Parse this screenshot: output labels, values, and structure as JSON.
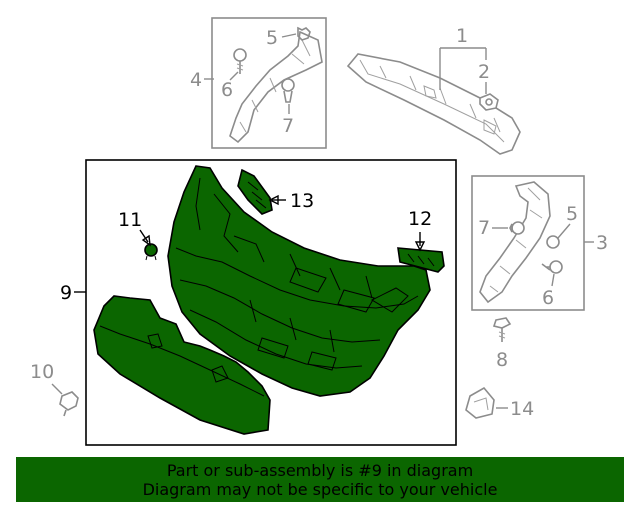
{
  "callouts": {
    "c1": "1",
    "c2": "2",
    "c3": "3",
    "c4": "4",
    "c5a": "5",
    "c5b": "5",
    "c6a": "6",
    "c6b": "6",
    "c7a": "7",
    "c7b": "7",
    "c8": "8",
    "c9": "9",
    "c10": "10",
    "c11": "11",
    "c12": "12",
    "c13": "13",
    "c14": "14"
  },
  "banner": {
    "line1": "Part or sub-assembly is #9 in diagram",
    "line2": "Diagram may not be specific to your vehicle"
  },
  "colors": {
    "highlight": "#0b6600",
    "muted_parts": "#8c8c8c"
  }
}
